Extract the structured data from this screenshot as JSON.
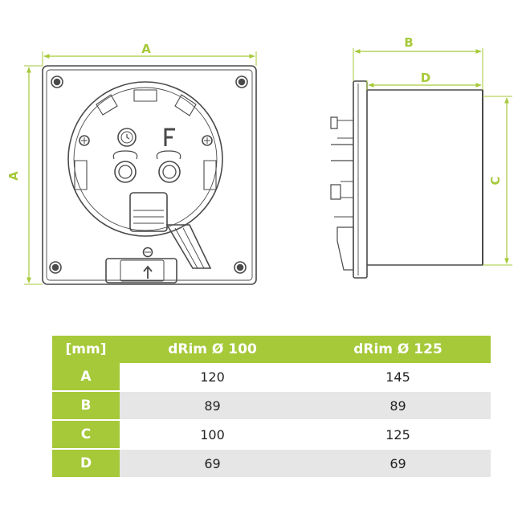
{
  "colors": {
    "accent": "#a6c93a",
    "line": "#4a4a4a",
    "row_alt": "#e6e6e6",
    "row_plain": "#ffffff"
  },
  "dimensions": {
    "front_width_label": "A",
    "front_height_label": "A",
    "side_depth_label": "B",
    "body_depth_label": "D",
    "body_height_label": "C"
  },
  "front_view": {
    "symbols": [
      "clock-icon",
      "F"
    ],
    "arrow": "up-arrow-icon"
  },
  "table": {
    "unit_header": "[mm]",
    "columns": [
      "dRim Ø 100",
      "dRim Ø 125"
    ],
    "rows": [
      {
        "label": "A",
        "values": [
          "120",
          "145"
        ]
      },
      {
        "label": "B",
        "values": [
          "89",
          "89"
        ]
      },
      {
        "label": "C",
        "values": [
          "100",
          "125"
        ]
      },
      {
        "label": "D",
        "values": [
          "69",
          "69"
        ]
      }
    ]
  }
}
